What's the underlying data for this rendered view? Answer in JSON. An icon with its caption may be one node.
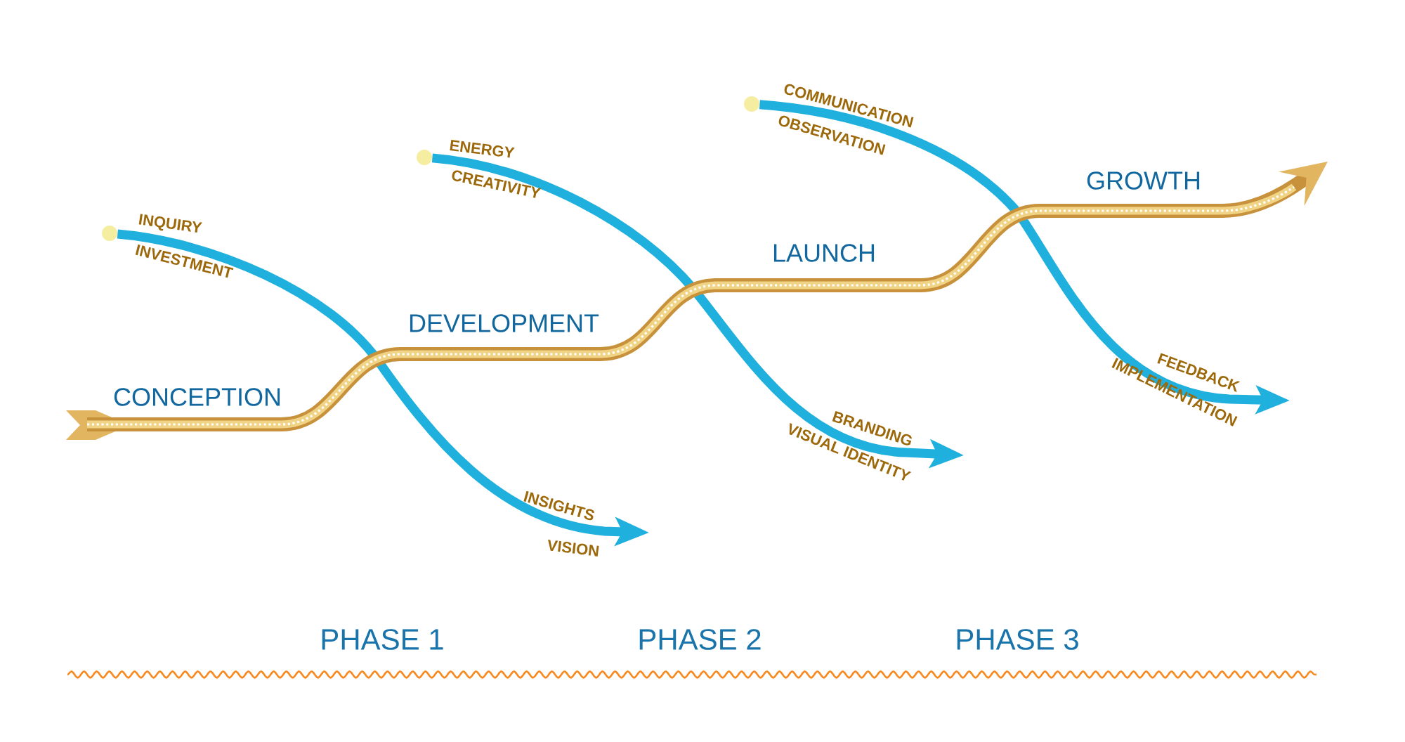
{
  "diagram": {
    "nodes": [
      {
        "text": [],
        "shape": "circle"
      },
      {
        "text": [],
        "shape": "circle"
      },
      {
        "text": [],
        "shape": "circle"
      }
    ],
    "edges": [
      {
        "from": 0,
        "to": null,
        "arrow": "to"
      },
      {
        "from": 1,
        "to": null,
        "arrow": "to"
      },
      {
        "from": 2,
        "to": null,
        "arrow": "to"
      }
    ],
    "labels": [
      "CONCEPTION",
      "DEVELOPMENT",
      "LAUNCH",
      "GROWTH",
      "INQUIRY",
      "INVESTMENT",
      "INSIGHTS",
      "VISION",
      "ENERGY",
      "CREATIVITY",
      "BRANDING",
      "VISUAL IDENTITY",
      "COMMUNICATION",
      "OBSERVATION",
      "FEEDBACK",
      "IMPLEMENTATION",
      "PHASE 1",
      "PHASE 2",
      "PHASE 3"
    ]
  }
}
